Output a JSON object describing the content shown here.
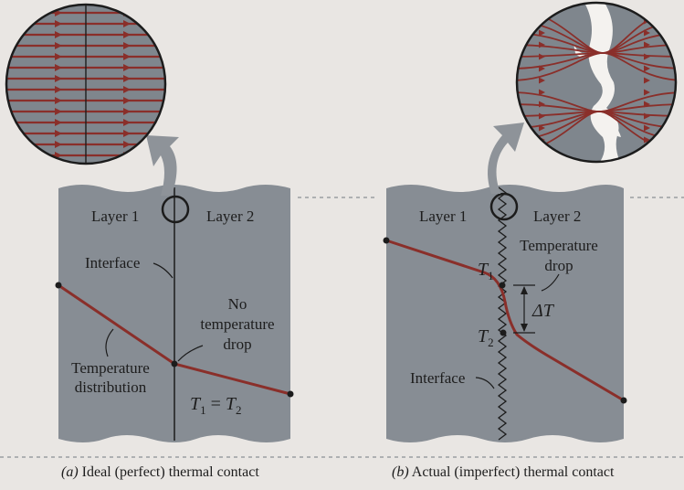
{
  "panel_a": {
    "layer1": "Layer 1",
    "layer2": "Layer 2",
    "interface": "Interface",
    "no_temp_drop_line1": "No",
    "no_temp_drop_line2": "temperature",
    "no_temp_drop_line3": "drop",
    "temp_dist_line1": "Temperature",
    "temp_dist_line2": "distribution",
    "t1": "T",
    "t1_sub": "1",
    "equals": " = ",
    "t2": "T",
    "t2_sub": "2",
    "caption_letter": "(a)",
    "caption_text": " Ideal (perfect) thermal contact"
  },
  "panel_b": {
    "layer1": "Layer 1",
    "layer2": "Layer 2",
    "interface": "Interface",
    "temp_drop_line1": "Temperature",
    "temp_drop_line2": "drop",
    "t1": "T",
    "t1_sub": "1",
    "t2": "T",
    "t2_sub": "2",
    "delta": "ΔT",
    "caption_letter": "(b)",
    "caption_text": " Actual (imperfect) thermal contact"
  },
  "colors": {
    "slab": "#878d94",
    "curve": "#8a2f2a",
    "zoom_bg": "#7f868d",
    "line": "#1c1c1c",
    "arrow": "#8e9399"
  }
}
